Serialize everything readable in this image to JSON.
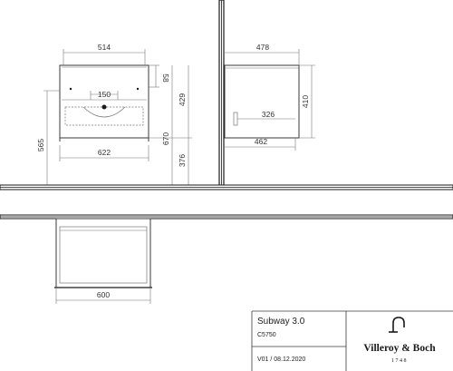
{
  "colors": {
    "line": "#3a3a3a",
    "dim_line": "#777777",
    "dark": "#1a1a1a",
    "text": "#333333"
  },
  "front_view": {
    "top_width": "514",
    "basin_spacing": "150",
    "basin_height": "58",
    "height": "429",
    "total_width": "622",
    "left_height": "565",
    "floor_height": "670",
    "bottom_height": "376"
  },
  "side_view": {
    "top_depth": "478",
    "height": "410",
    "inner_depth": "326",
    "bottom_depth": "462"
  },
  "plan_view": {
    "width": "600"
  },
  "title_block": {
    "product_name": "Subway 3.0",
    "code": "C5750",
    "version": "V01 / 08.12.2020",
    "brand_name": "Villeroy & Boch",
    "brand_year": "1748",
    "brand_logo_icon": "faucet-icon"
  }
}
